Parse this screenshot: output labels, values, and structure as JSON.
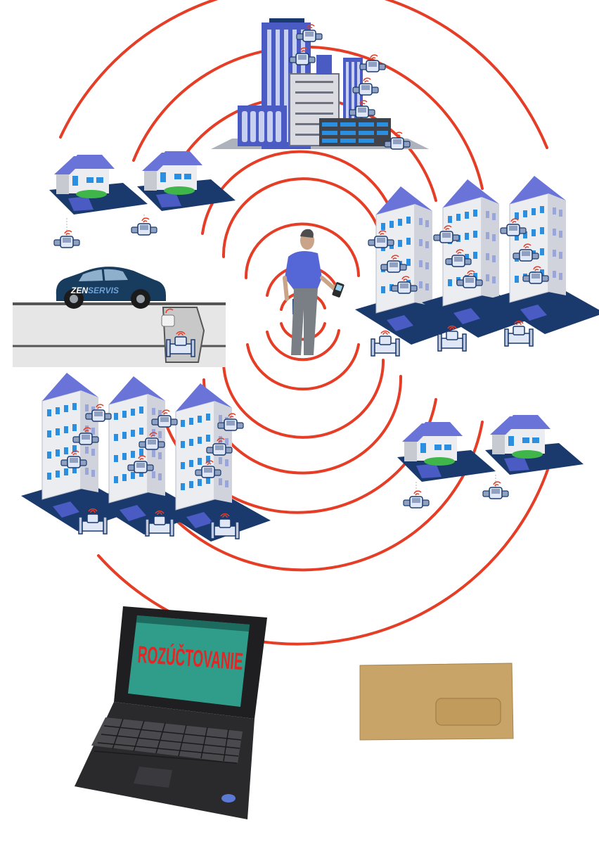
{
  "car": {
    "brand_part1": "ZEN",
    "brand_part2": "SERVIS"
  },
  "laptop": {
    "screen_title": "ROZÚČTOVANIE"
  },
  "colors": {
    "wave": "#e53d26",
    "ground": "#1a3a6e",
    "roof": "#6a74d8",
    "building_wall": "#ecedf0",
    "window": "#2a8fe0",
    "office_blue": "#4a5bc4",
    "laptop_screen": "#2f9d8a",
    "screen_text": "#e52424",
    "envelope": "#c9a468",
    "car_body": "#173c5e"
  },
  "icons": [
    "water-meter-icon",
    "radio-signal-icon",
    "handheld-reader-icon",
    "laptop-icon",
    "envelope-icon",
    "car-icon",
    "technician-icon"
  ]
}
